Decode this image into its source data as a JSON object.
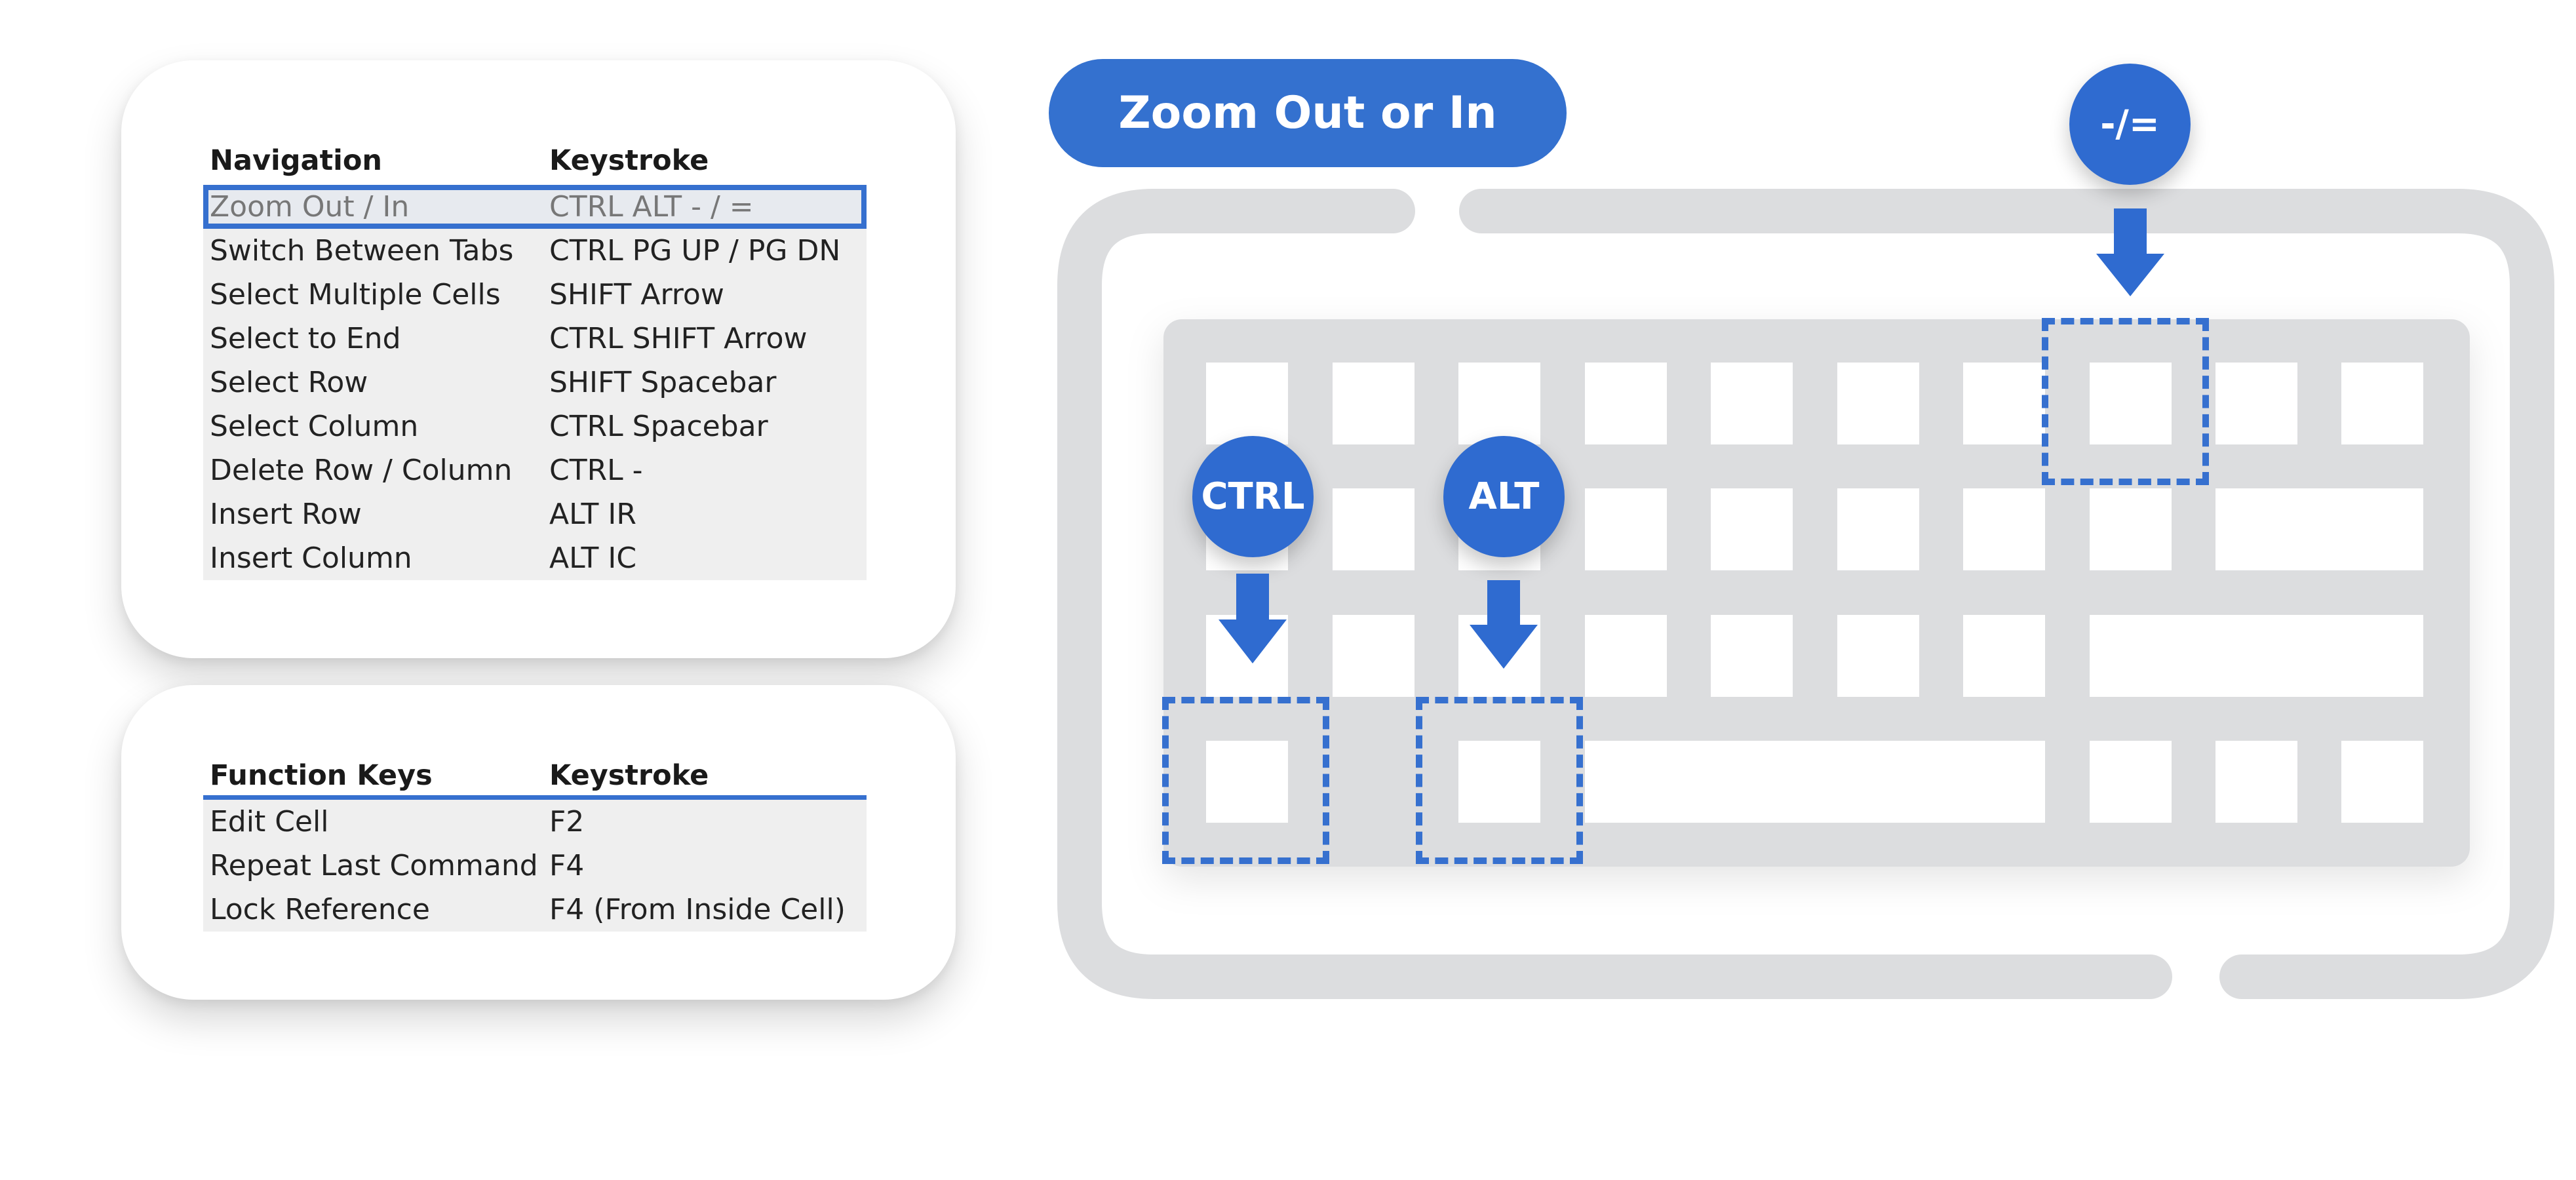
{
  "navigation_table": {
    "header": {
      "col1": "Navigation",
      "col2": "Keystroke"
    },
    "rows": [
      {
        "action": "Zoom Out / In",
        "keys": "CTRL ALT - / ="
      },
      {
        "action": "Switch Between Tabs",
        "keys": "CTRL PG UP / PG DN"
      },
      {
        "action": "Select Multiple Cells",
        "keys": "SHIFT Arrow"
      },
      {
        "action": "Select to End",
        "keys": "CTRL SHIFT Arrow"
      },
      {
        "action": "Select Row",
        "keys": "SHIFT Spacebar"
      },
      {
        "action": "Select Column",
        "keys": "CTRL Spacebar"
      },
      {
        "action": "Delete Row / Column",
        "keys": "CTRL -"
      },
      {
        "action": "Insert Row",
        "keys": "ALT IR"
      },
      {
        "action": "Insert Column",
        "keys": "ALT IC"
      }
    ]
  },
  "function_table": {
    "header": {
      "col1": "Function Keys",
      "col2": "Keystroke"
    },
    "rows": [
      {
        "action": "Edit Cell",
        "keys": "F2"
      },
      {
        "action": "Repeat Last Command",
        "keys": "F4"
      },
      {
        "action": "Lock Reference",
        "keys": "F4 (From Inside Cell)"
      }
    ]
  },
  "diagram": {
    "title": "Zoom Out or In",
    "key_labels": {
      "ctrl": "CTRL",
      "alt": "ALT",
      "minus_equals": "-/="
    }
  },
  "colors": {
    "accent": "#3471cf",
    "keyboard_gray": "#dcdddf",
    "table_row_bg": "#efefef"
  }
}
